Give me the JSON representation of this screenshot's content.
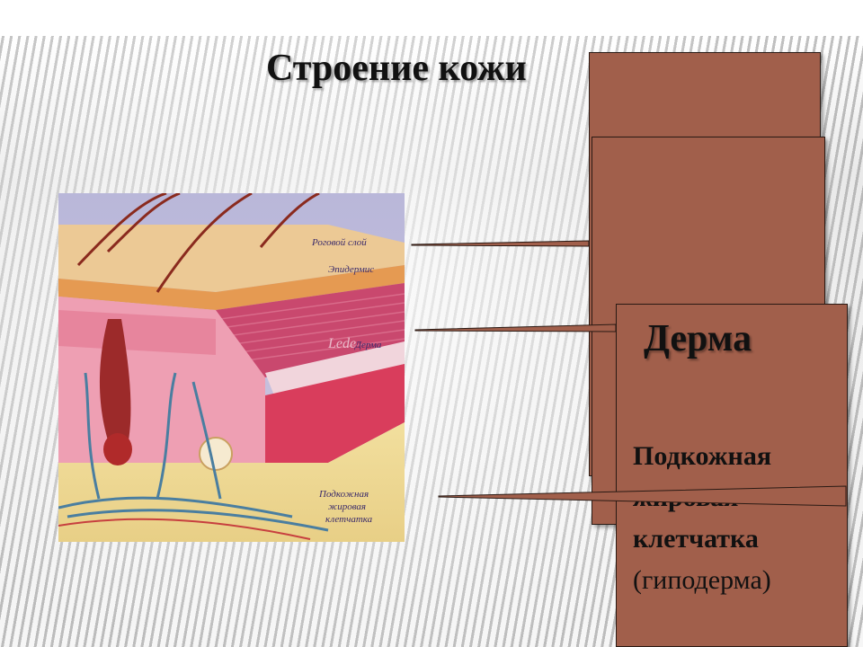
{
  "title": "Строение кожи",
  "cards": {
    "derma": "Дерма",
    "hypodermis": {
      "line1": "Подкожная",
      "line2": "жировая",
      "line3": "клетчатка",
      "line4": "(гиподерма)"
    }
  },
  "illustration": {
    "labels": {
      "stratum_corneum": "Роговой слой",
      "epidermis": "Эпидермис",
      "derma": "Дерма",
      "watermark": "Lede",
      "hypo_1": "Подкожная",
      "hypo_2": "жировая",
      "hypo_3": "клетчатка"
    }
  },
  "colors": {
    "card_fill": "#a15f4b",
    "card_border": "#2a1a14"
  }
}
